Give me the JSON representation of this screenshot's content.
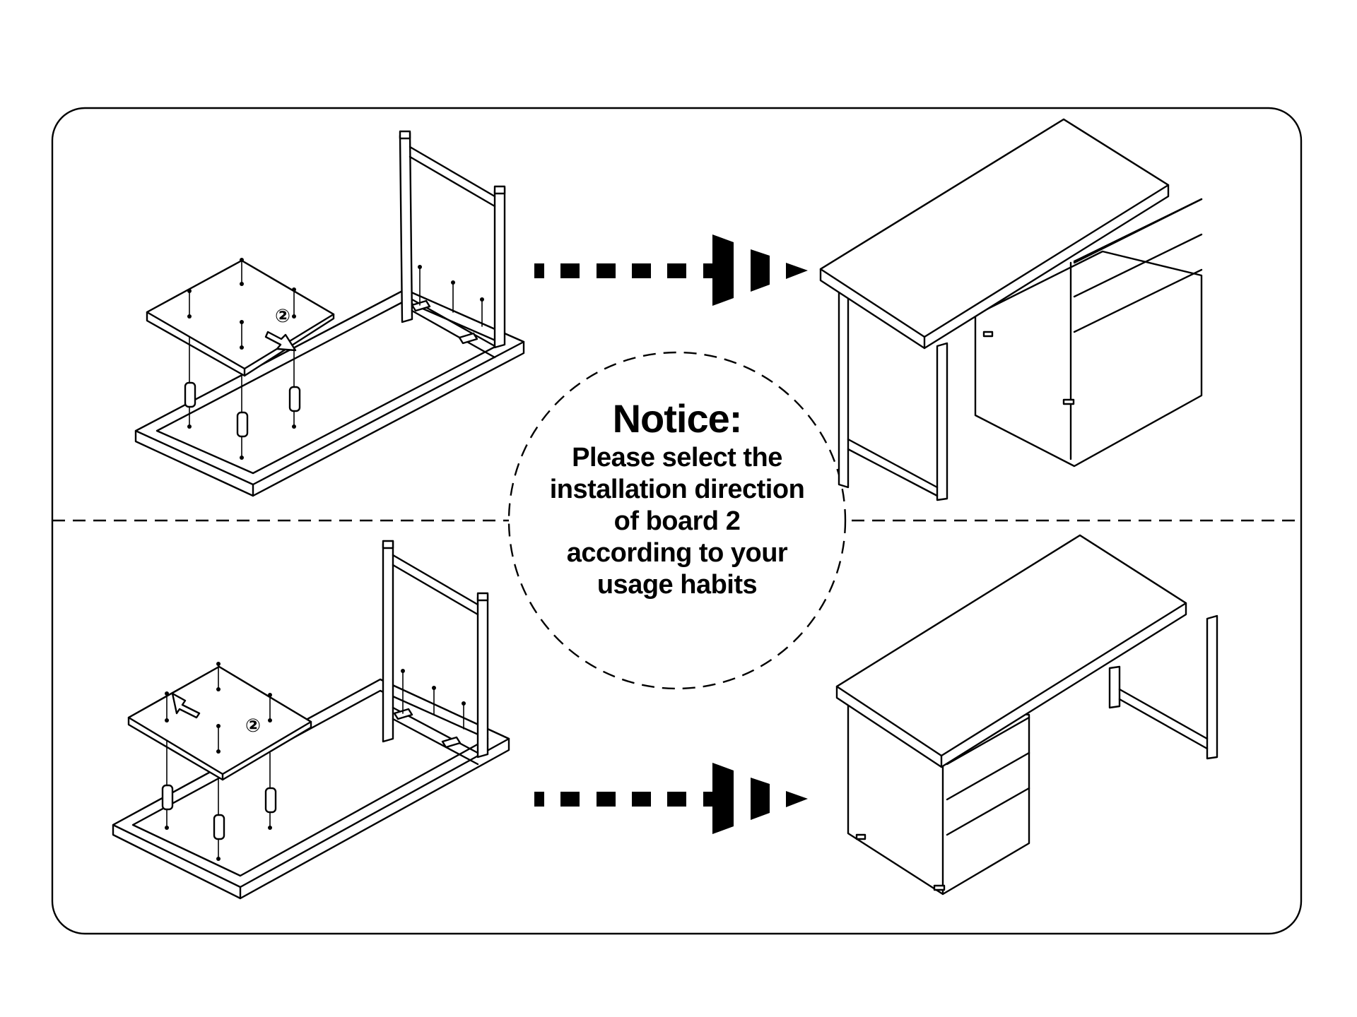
{
  "document": {
    "type": "assembly-instruction-step",
    "colors": {
      "ink": "#000000",
      "paper": "#ffffff",
      "frame_border": "#000000"
    }
  },
  "notice": {
    "title": "Notice:",
    "lines": [
      "Please select the",
      "installation direction",
      "of board 2",
      "according to your",
      "usage habits"
    ]
  },
  "options": [
    {
      "name": "option-top",
      "part_label": "②",
      "board_arrow": "arrow-down-right",
      "result": "desk with drawer cabinet on right side"
    },
    {
      "name": "option-bottom",
      "part_label": "②",
      "board_arrow": "arrow-up-left",
      "result": "desk with drawer cabinet on left side"
    }
  ],
  "icons": {
    "flow_arrow": "dashed-arrow-right-icon",
    "part_marker": "circled-number-icon"
  }
}
